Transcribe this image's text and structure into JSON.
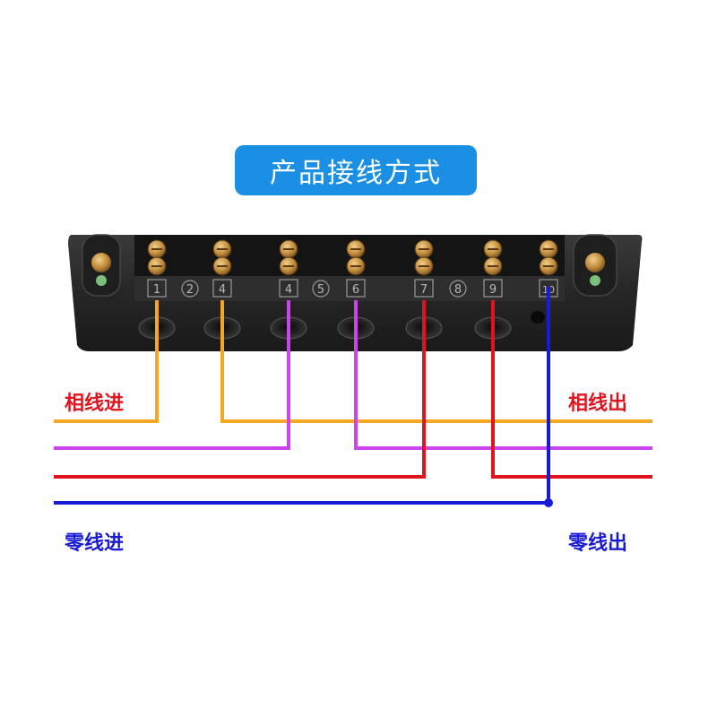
{
  "title": "产品接线方式",
  "labels": {
    "phase_in": "相线进",
    "phase_out": "相线出",
    "neutral_in": "零线进",
    "neutral_out": "零线出"
  },
  "terminals": [
    {
      "num": "1",
      "boxed": true
    },
    {
      "num": "2",
      "boxed": false
    },
    {
      "num": "4",
      "boxed": true
    },
    {
      "num": "4",
      "boxed": true
    },
    {
      "num": "5",
      "boxed": false
    },
    {
      "num": "6",
      "boxed": true
    },
    {
      "num": "7",
      "boxed": true
    },
    {
      "num": "8",
      "boxed": false
    },
    {
      "num": "9",
      "boxed": true
    },
    {
      "num": "10",
      "boxed": true
    }
  ],
  "colors": {
    "banner": "#1a8fe3",
    "phase_label": "#e0141e",
    "neutral_label": "#1a1ad6",
    "wire_orange": "#f5a623",
    "wire_magenta": "#cc44ee",
    "wire_red": "#e0141e",
    "wire_blue": "#1a1ad6",
    "block_body": "#262626"
  }
}
